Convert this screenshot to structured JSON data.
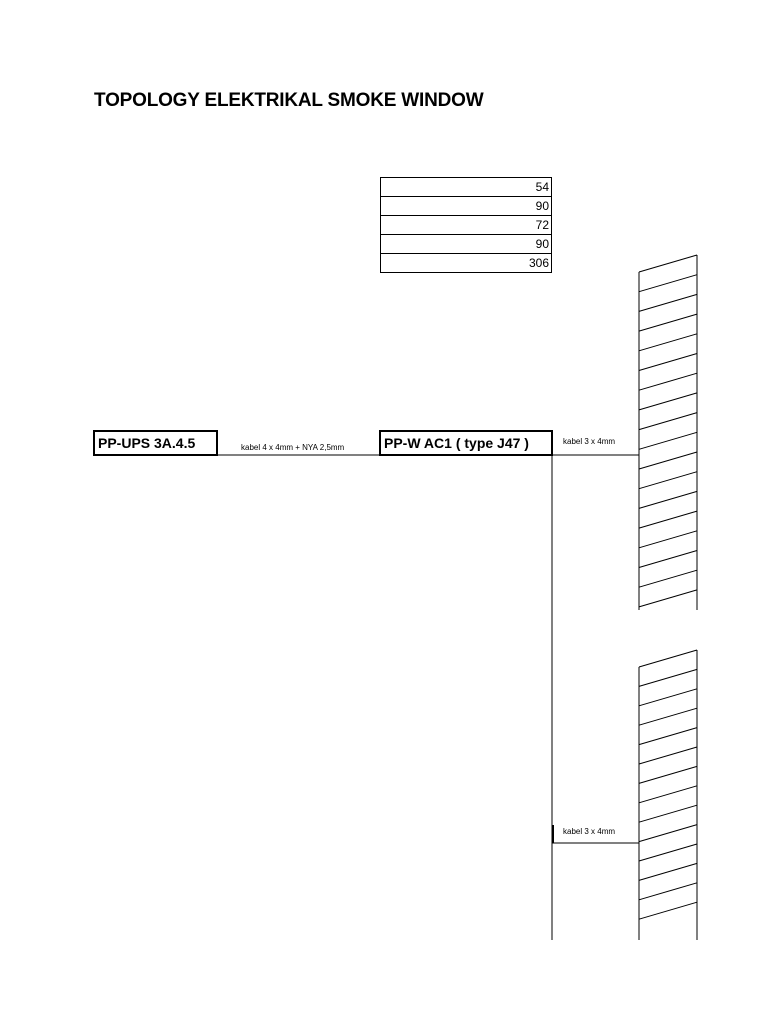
{
  "title": "TOPOLOGY ELEKTRIKAL SMOKE WINDOW",
  "values_table": [
    "54",
    "90",
    "72",
    "90",
    "306"
  ],
  "panels": {
    "source": "PP-UPS 3A.4.5",
    "distribution": "PP-W AC1 ( type J47 )"
  },
  "cables": {
    "feeder": "kabel 4 x 4mm + NYA 2,5mm",
    "branch_1": "kabel 3 x 4mm",
    "branch_2": "kabel 3 x 4mm"
  }
}
